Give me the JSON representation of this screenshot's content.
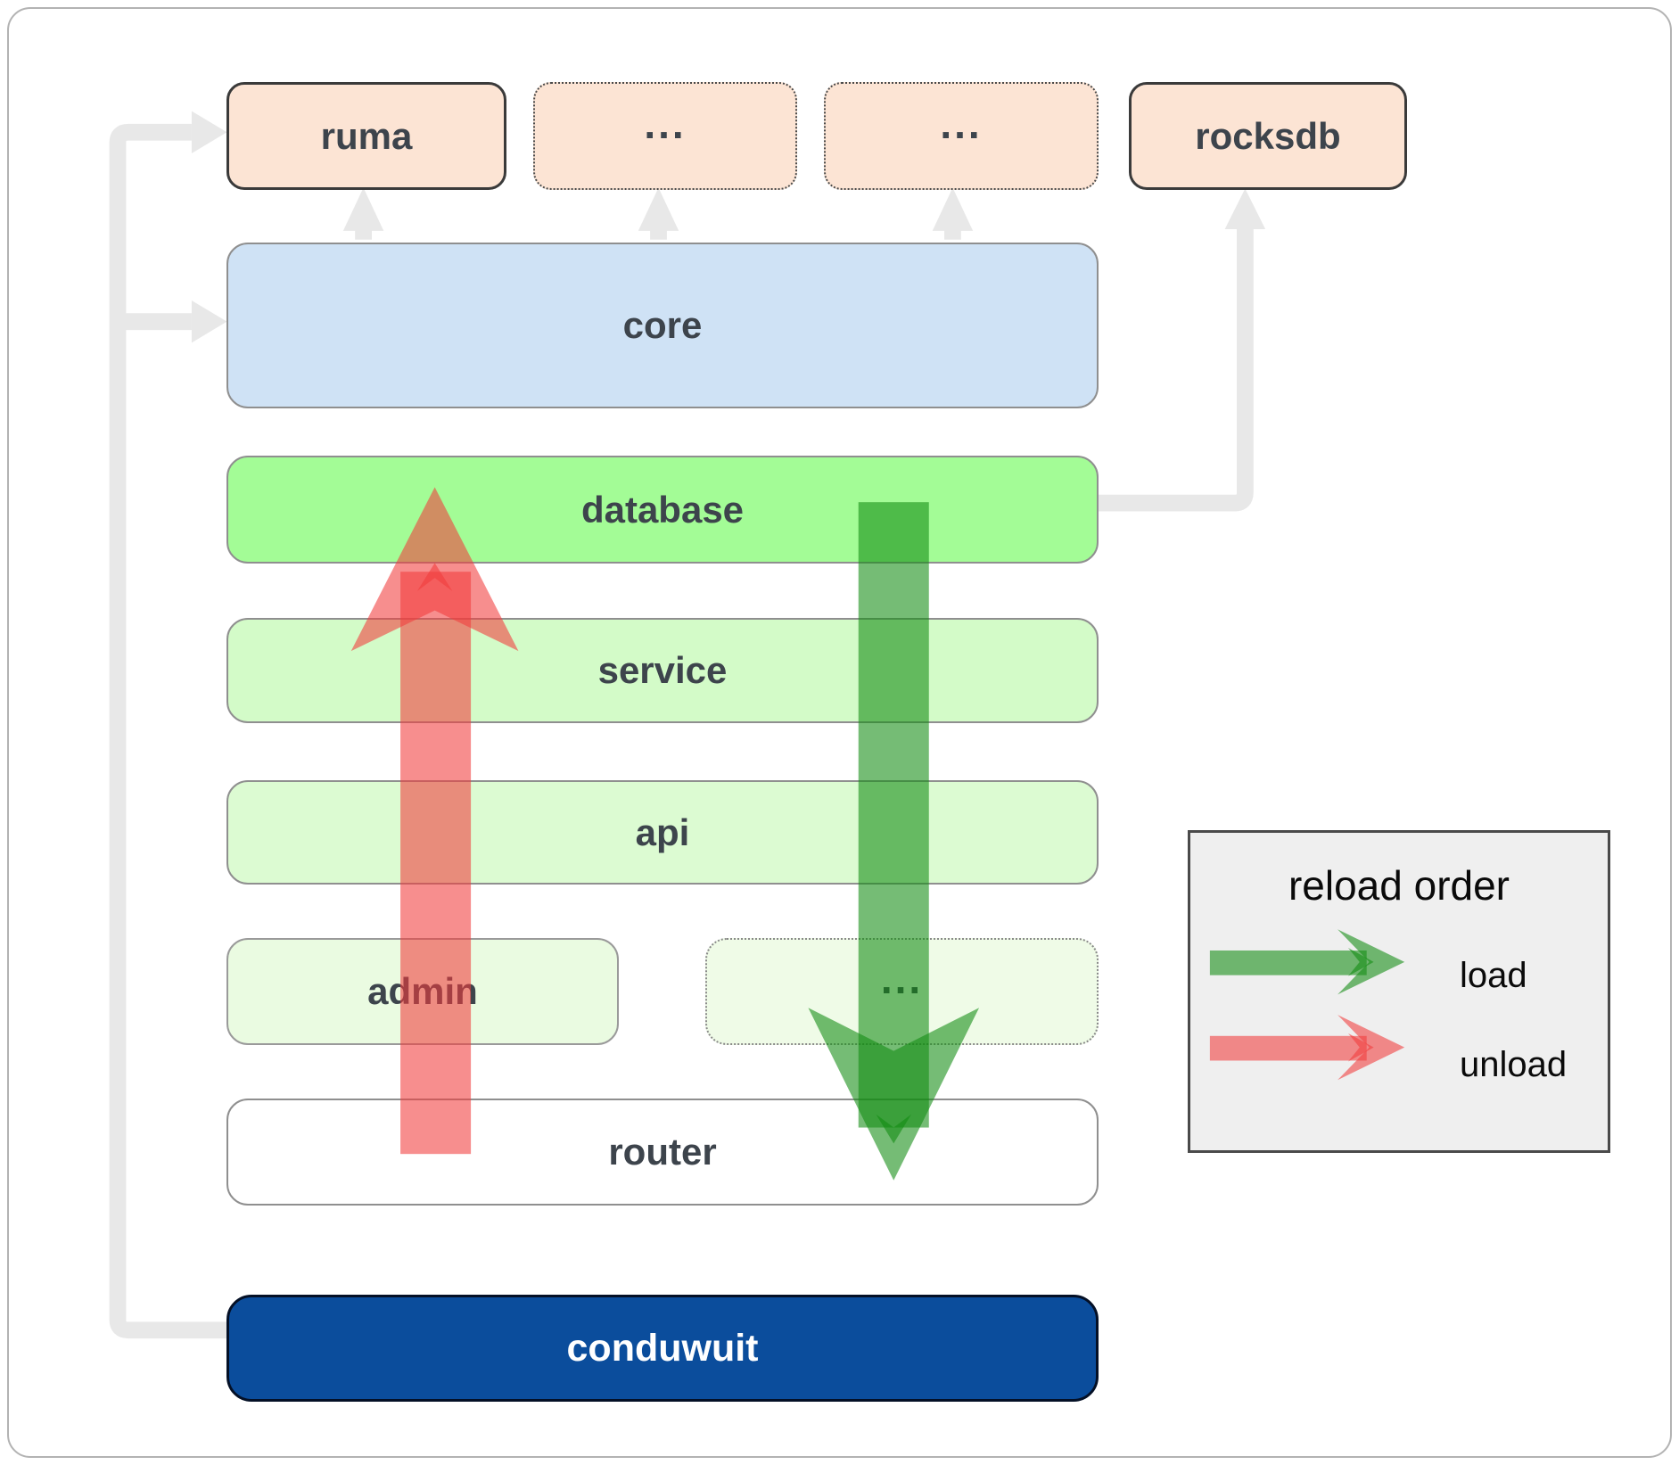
{
  "diagram": {
    "top_row": [
      {
        "label": "ruma"
      },
      {
        "label": "..."
      },
      {
        "label": "..."
      },
      {
        "label": "rocksdb"
      }
    ],
    "core": "core",
    "database": "database",
    "service": "service",
    "api": "api",
    "admin": "admin",
    "admin_more": "...",
    "router": "router",
    "conduwuit": "conduwuit"
  },
  "legend": {
    "title": "reload order",
    "load_label": "load",
    "unload_label": "unload"
  },
  "arrows": {
    "load": {
      "direction": "down",
      "color": "#128c12"
    },
    "unload": {
      "direction": "up",
      "color": "#f23c3c"
    }
  },
  "colors": {
    "peach": "#fce4d4",
    "core_blue": "#cfe2f5",
    "database_green": "#a3fc96",
    "service_green": "#d3fbc8",
    "api_green": "#dcfbd2",
    "admin_green": "#eafbe1",
    "admin_more_green": "#effbe7",
    "router_white": "#ffffff",
    "conduwuit_blue": "#0b4d9c",
    "connector_gray": "#e8e8e8",
    "load_green": "#128c12",
    "unload_red": "#f23c3c",
    "label_dark": "#3d444c",
    "legend_bg": "#efefef"
  }
}
